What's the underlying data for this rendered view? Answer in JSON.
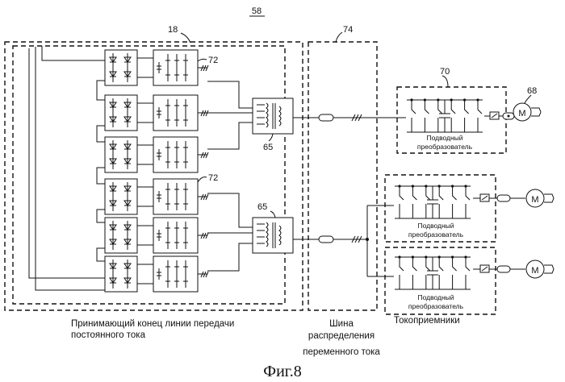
{
  "figure": {
    "number": "58",
    "caption": "Фиг.8"
  },
  "refs": {
    "receiving_end": "18",
    "bus": "74",
    "converter_box": "70",
    "motor": "68",
    "transformer": "65",
    "converter_bridge": "72"
  },
  "labels": {
    "receiving_end_line1": "Принимающий конец линии передачи",
    "receiving_end_line2": "постоянного тока",
    "bus_line1": "Шина",
    "bus_line2": "распределения",
    "bus_line3": "переменного тока",
    "consumers": "Токоприемники"
  },
  "converters": [
    {
      "line1": "Подводный",
      "line2": "преобразователь"
    },
    {
      "line1": "Подводный",
      "line2": "преобразователь"
    },
    {
      "line1": "Подводный",
      "line2": "преобразователь"
    }
  ],
  "motor_symbol": "M"
}
